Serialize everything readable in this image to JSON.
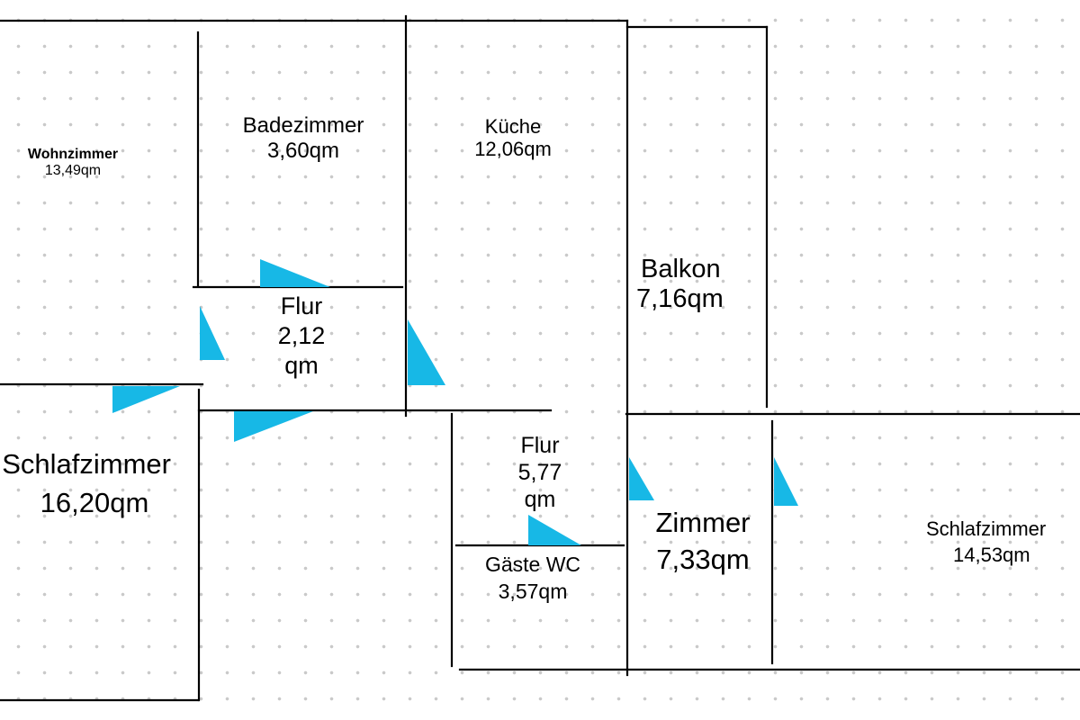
{
  "colors": {
    "wall": "#000000",
    "door_marker": "#17b8e6",
    "grid_dot": "#c9c9c9",
    "background": "#ffffff"
  },
  "rooms": {
    "wohnzimmer": {
      "name": "Wohnzimmer",
      "area": "13,49qm"
    },
    "badezimmer": {
      "name": "Badezimmer",
      "area": "3,60qm"
    },
    "kueche": {
      "name": "Küche",
      "area": "12,06qm"
    },
    "balkon": {
      "name": "Balkon",
      "area": "7,16qm"
    },
    "flur_small": {
      "name": "Flur",
      "area_number": "2,12",
      "area_unit": "qm"
    },
    "schlafzimmer_left": {
      "name": "Schlafzimmer",
      "area": "16,20qm"
    },
    "flur_large": {
      "name": "Flur",
      "area_number": "5,77",
      "area_unit": "qm"
    },
    "gaeste_wc": {
      "name": "Gäste WC",
      "area": "3,57qm"
    },
    "zimmer": {
      "name": "Zimmer",
      "area": "7,33qm"
    },
    "schlafzimmer_right": {
      "name": "Schlafzimmer",
      "area": "14,53qm"
    }
  }
}
